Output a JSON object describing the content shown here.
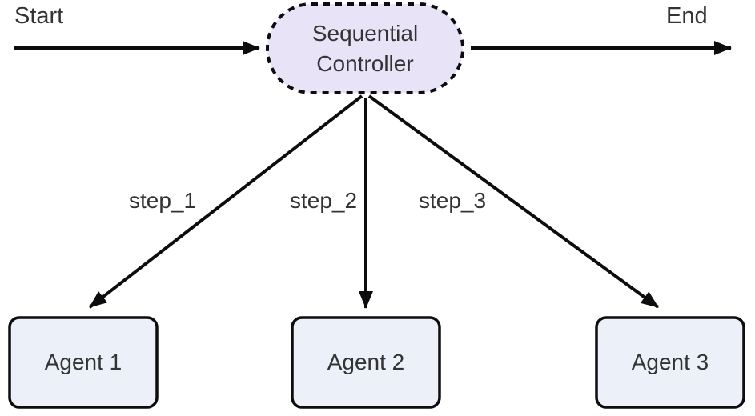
{
  "diagram": {
    "start_label": "Start",
    "end_label": "End",
    "controller": {
      "label": "Sequential Controller"
    },
    "agents": [
      {
        "label": "Agent 1"
      },
      {
        "label": "Agent 2"
      },
      {
        "label": "Agent 3"
      }
    ],
    "edges": [
      {
        "from": "Start",
        "to": "Sequential Controller",
        "label": ""
      },
      {
        "from": "Sequential Controller",
        "to": "End",
        "label": ""
      },
      {
        "from": "Sequential Controller",
        "to": "Agent 1",
        "label": "step_1"
      },
      {
        "from": "Sequential Controller",
        "to": "Agent 2",
        "label": "step_2"
      },
      {
        "from": "Sequential Controller",
        "to": "Agent 3",
        "label": "step_3"
      }
    ]
  },
  "colors": {
    "background": "#ffffff",
    "controller_fill": "#e9e3f7",
    "agent_fill": "#ebf0f9",
    "stroke": "#0d0d0d",
    "text": "#333333"
  }
}
